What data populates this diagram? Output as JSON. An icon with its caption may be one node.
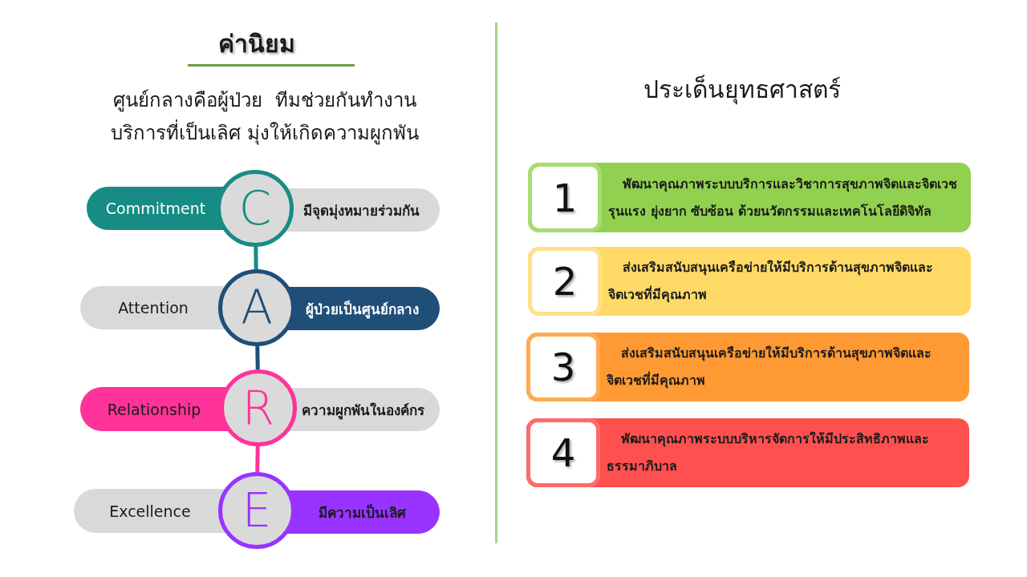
{
  "diagram": {
    "nodes": [
      {
        "text": [
          "Commitment"
        ]
      },
      {
        "text": [
          "C"
        ]
      },
      {
        "text": [
          "มีจุดมุ่งหมายร่วมกัน"
        ]
      },
      {
        "text": [
          "Attention"
        ]
      },
      {
        "text": [
          "A"
        ]
      },
      {
        "text": [
          "ผู้ป่วยเป็นศูนย์กลาง"
        ]
      },
      {
        "text": [
          "Relationship"
        ]
      },
      {
        "text": [
          "R"
        ]
      },
      {
        "text": [
          "ความผูกพันในองค์กร"
        ]
      },
      {
        "text": [
          "Excellence"
        ]
      },
      {
        "text": [
          "E"
        ]
      },
      {
        "text": [
          "มีความเป็นเลิศ"
        ]
      },
      {
        "text": [
          "พัฒนาคุณภาพระบบบริการและวิชาการสุขภาพจิตและจิตเวชรุนแรง ยุ่งยาก ซับซ้อน ด้วยนวัตกรรมและเทคโนโลยีดิจิทัล"
        ]
      },
      {
        "text": [
          "1"
        ],
        "in": 12
      },
      {
        "text": [
          "ส่งเสริมสนับสนุนเครือข่ายให้มีบริการด้านสุขภาพจิตและจิตเวชที่มีคุณภาพ"
        ]
      },
      {
        "text": [
          "2"
        ],
        "in": 14
      },
      {
        "text": [
          "ส่งเสริมสนับสนุนเครือข่ายให้มีบริการด้านสุขภาพจิตและจิตเวชที่มีคุณภาพ"
        ]
      },
      {
        "text": [
          "3"
        ],
        "in": 16
      },
      {
        "text": [
          "พัฒนาคุณภาพระบบบริหารจัดการให้มีประสิทธิภาพและธรรมาภิบาล"
        ]
      },
      {
        "text": [
          "4"
        ],
        "in": 18
      }
    ],
    "edges": [
      {
        "from": 1,
        "to": 4,
        "arrow": "none",
        "color": "#168c84"
      },
      {
        "from": 4,
        "to": 7,
        "arrow": "none",
        "color": "#1f4e79"
      },
      {
        "from": 7,
        "to": 10,
        "arrow": "none",
        "color": "#ff3399"
      }
    ],
    "labels": [
      "ค่านิยม",
      "ศูนย์กลางคือผู้ป่วย  ทีมช่วยกันทำงาน",
      "บริการที่เป็นเลิศ มุ่งให้เกิดความผูกพัน",
      "ประเด็นยุทธศาสตร์"
    ]
  }
}
